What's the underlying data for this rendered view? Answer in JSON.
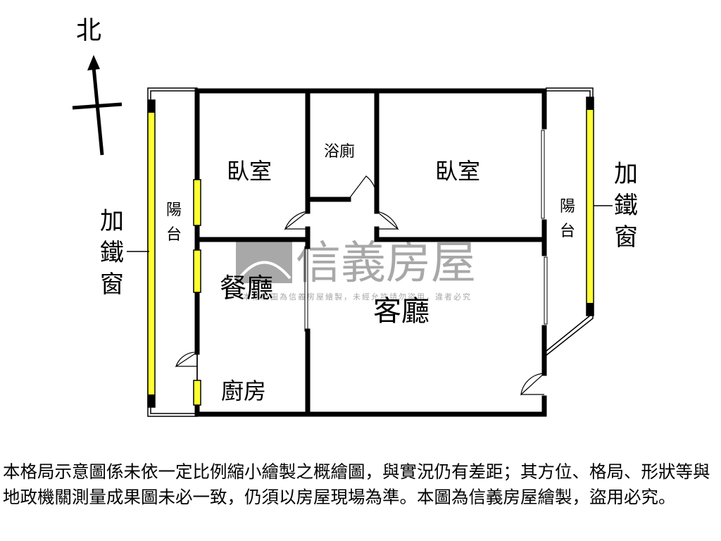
{
  "compass": {
    "north_label": "北"
  },
  "rooms": {
    "bedroom_left": "臥室",
    "bathroom": "浴廁",
    "bedroom_right": "臥室",
    "balcony_left": "陽台",
    "balcony_right": "陽台",
    "dining": "餐廳",
    "living": "客廳",
    "kitchen": "廚房"
  },
  "annotations": {
    "window_left": "加鐵窗",
    "window_right": "加鐵窗"
  },
  "watermark": {
    "brand": "信義房屋",
    "notice": "本格局圖為信義房屋繪製，未經允許請勿盜用，違者必究"
  },
  "disclaimer": "本格局示意圖係未依一定比例縮小繪製之概繪圖，與實況仍有差距；其方位、格局、形狀等與地政機關測量成果圖未必一致，仍須以房屋現場為準。本圖為信義房屋繪製，盜用必究。",
  "colors": {
    "wall": "#000000",
    "window": "#ffff33",
    "watermark": "#a8a8a8"
  }
}
